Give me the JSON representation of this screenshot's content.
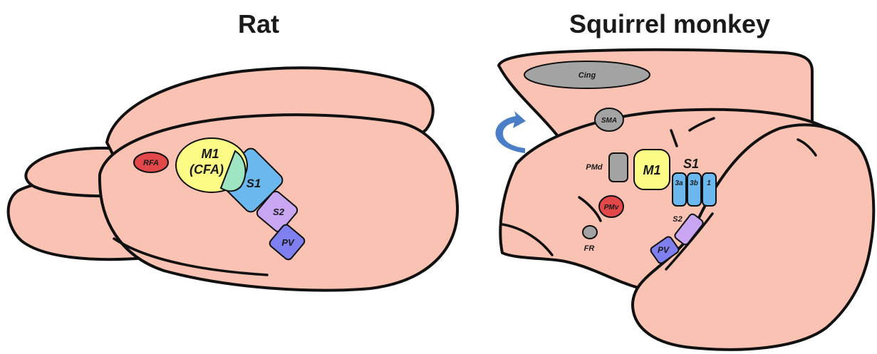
{
  "titles": {
    "rat": "Rat",
    "monkey": "Squirrel monkey"
  },
  "rat": {
    "rfa": "RFA",
    "m1_line1": "M1",
    "m1_line2": "(CFA)",
    "s1": "S1",
    "s2": "S2",
    "pv": "PV"
  },
  "monkey": {
    "cing": "Cing",
    "sma": "SMA",
    "pmd": "PMd",
    "m1": "M1",
    "s1": "S1",
    "area_3a": "3a",
    "area_3b": "3b",
    "area_1": "1",
    "pmv": "PMv",
    "fr": "FR",
    "s2": "S2",
    "pv": "PV"
  },
  "colors": {
    "brain_fill": "#f9c2b2",
    "outline": "#111111",
    "rfa_red": "#e2474a",
    "m1_yellow": "#fbfb86",
    "s1_blue": "#6bb8ef",
    "overlap_teal": "#9ee6c2",
    "s2_purple": "#c9a6f2",
    "pv_blue": "#7f7ff0",
    "gray": "#a3a3a3",
    "arrow_blue": "#4a7fc7"
  }
}
